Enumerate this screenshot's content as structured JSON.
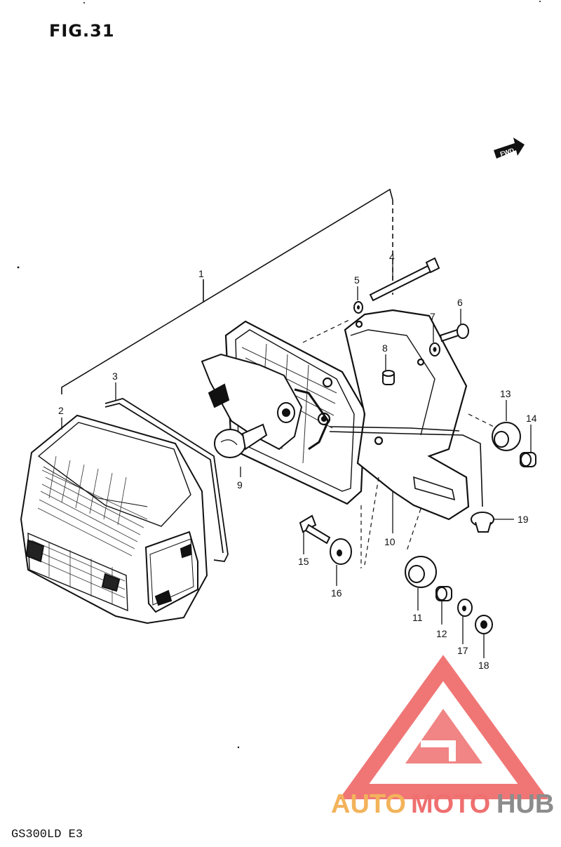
{
  "figure": {
    "title": "FIG.31",
    "model": "GS300LD E3",
    "fwd_label": "FWD"
  },
  "callouts": [
    {
      "id": "p1",
      "label": "1"
    },
    {
      "id": "p2",
      "label": "2"
    },
    {
      "id": "p3",
      "label": "3"
    },
    {
      "id": "p4",
      "label": "4"
    },
    {
      "id": "p5",
      "label": "5"
    },
    {
      "id": "p6",
      "label": "6"
    },
    {
      "id": "p7",
      "label": "7"
    },
    {
      "id": "p8",
      "label": "8"
    },
    {
      "id": "p9",
      "label": "9"
    },
    {
      "id": "p10",
      "label": "10"
    },
    {
      "id": "p11",
      "label": "11"
    },
    {
      "id": "p12",
      "label": "12"
    },
    {
      "id": "p13",
      "label": "13"
    },
    {
      "id": "p14",
      "label": "14"
    },
    {
      "id": "p15",
      "label": "15"
    },
    {
      "id": "p16",
      "label": "16"
    },
    {
      "id": "p17",
      "label": "17"
    },
    {
      "id": "p18",
      "label": "18"
    },
    {
      "id": "p19",
      "label": "19"
    }
  ],
  "watermark": {
    "part1": "AUTO",
    "part2": "MOTO",
    "part3": "HUB",
    "color_orange": "#f3b35a",
    "color_red": "#ef6f6f",
    "color_gray": "#8c8c8c"
  }
}
